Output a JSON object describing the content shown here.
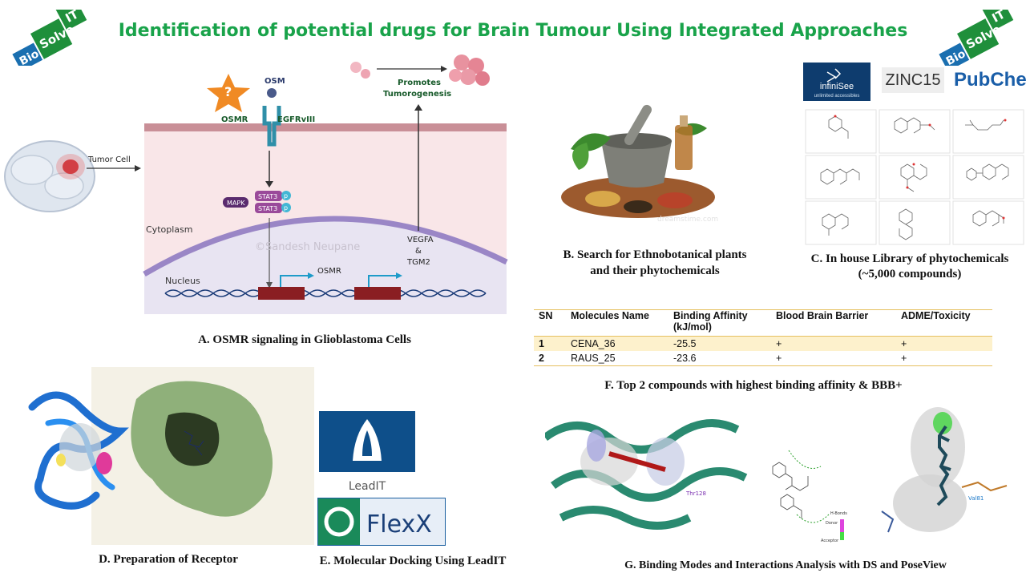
{
  "title": "Identification of potential drugs for Brain Tumour Using Integrated Approaches",
  "logo": {
    "left_word": "Bio",
    "middle_word": "Solve",
    "right_word": "IT",
    "left_color": "#1a6fb0",
    "green": "#1f8f3b"
  },
  "panel_a": {
    "caption": "A. OSMR signaling in Glioblastoma Cells",
    "tumor_cell": "Tumor Cell",
    "question": "?",
    "osm": "OSM",
    "osmr": "OSMR",
    "egfr": "EGFRvIII",
    "mapk": "MAPK",
    "stat3_a": "STAT3",
    "stat3_b": "STAT3",
    "p_a": "p",
    "p_b": "p",
    "cytoplasm": "Cytoplasm",
    "watermark": "©Sandesh Neupane",
    "nucleus": "Nucleus",
    "gene_osmr": "OSMR",
    "vegfa": "VEGFA",
    "amp": "&",
    "tgm2": "TGM2",
    "promotes": "Promotes",
    "tumorogenesis": "Tumorogenesis"
  },
  "panel_b": {
    "caption_line1": "B. Search for Ethnobotanical  plants",
    "caption_line2": "and  their phytochemicals",
    "watermark": "dreamstime.com"
  },
  "panel_c": {
    "caption_line1": "C. In house Library  of phytochemicals",
    "caption_line2": "(~5,000 compounds)",
    "infinisee": "infiniSee",
    "infinisee_tag": "unlimited accessibles",
    "zinc": "ZINC15",
    "pubchem": "PubChem"
  },
  "panel_d": {
    "caption": "D. Preparation of Receptor"
  },
  "panel_e": {
    "caption": "E. Molecular Docking Using LeadIT",
    "leadit": "LeadIT",
    "flexx": "FlexX"
  },
  "panel_f": {
    "caption": "F. Top 2 compounds with highest binding affinity & BBB+",
    "headers": [
      "SN",
      "Molecules Name",
      "Binding Affinity (kJ/mol)",
      "Blood Brain Barrier",
      "ADME/Toxicity"
    ],
    "rows": [
      [
        "1",
        "CENA_36",
        "-25.5",
        "+",
        "+"
      ],
      [
        "2",
        "RAUS_25",
        "-23.6",
        "+",
        "+"
      ]
    ]
  },
  "panel_g": {
    "caption": "G. Binding  Modes and Interactions Analysis with DS and PoseView",
    "legend_title": "H-Bonds",
    "legend_donor": "Donor",
    "legend_acceptor": "Acceptor",
    "residue_1": "Val81",
    "residue_2": "Thr128"
  }
}
